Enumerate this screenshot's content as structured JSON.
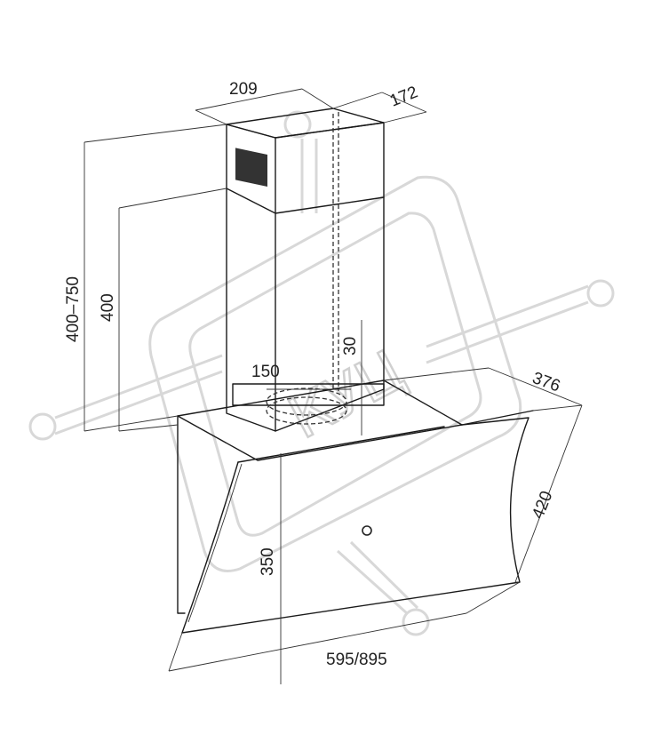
{
  "watermark": {
    "text": "КУЦ",
    "color": "#d0d0d0"
  },
  "dimensions": {
    "chimney_width": "209",
    "chimney_depth": "172",
    "total_height": "400–750",
    "chimney_height": "400",
    "duct_diameter": "150",
    "duct_offset": "30",
    "hood_depth": "376",
    "panel_height": "420",
    "front_height": "350",
    "hood_width": "595/895"
  }
}
